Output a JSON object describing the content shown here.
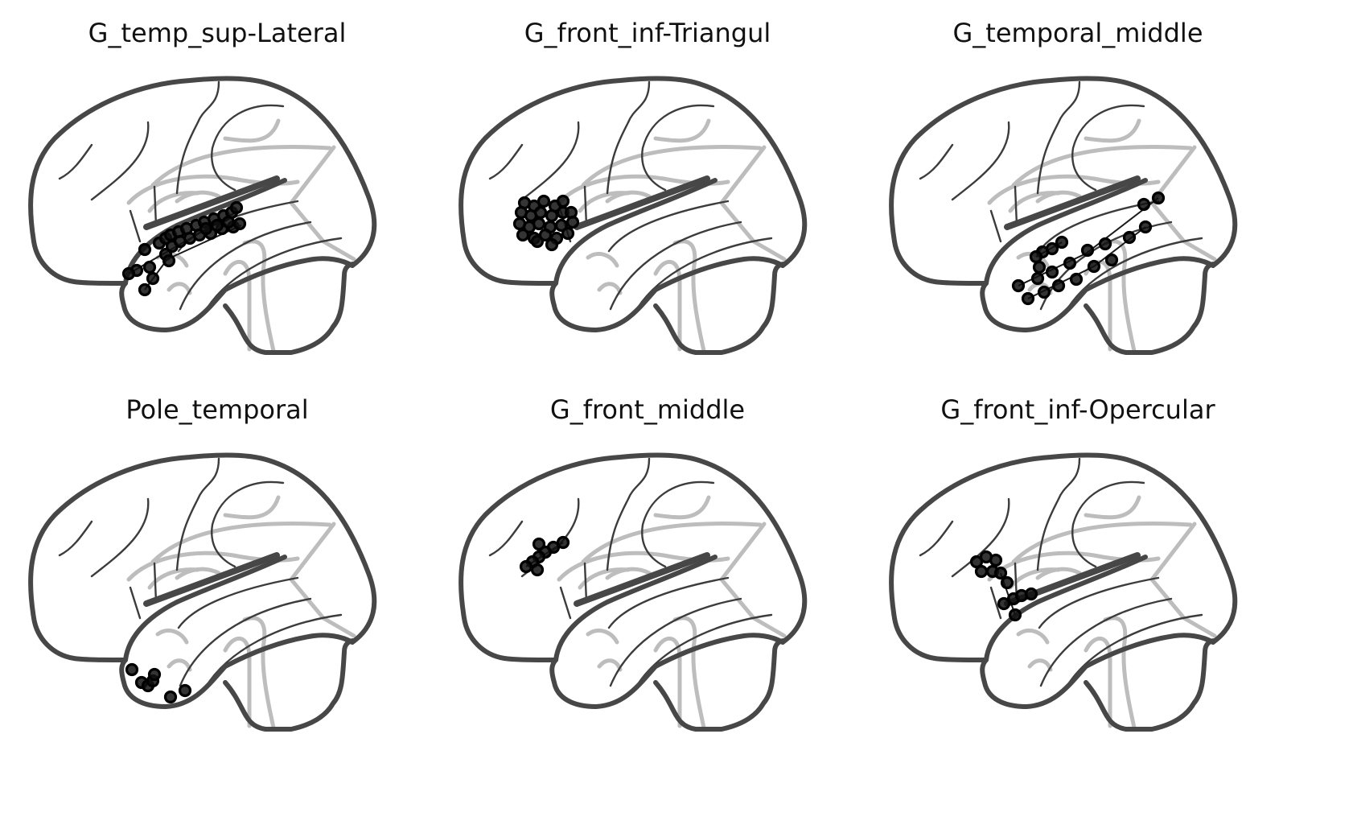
{
  "panels": [
    {
      "title": "G_temp_sup-Lateral",
      "electrodes": [
        [
          180,
          310
        ],
        [
          198,
          302
        ],
        [
          206,
          296
        ],
        [
          212,
          292
        ],
        [
          222,
          288
        ],
        [
          232,
          284
        ],
        [
          244,
          280
        ],
        [
          254,
          276
        ],
        [
          266,
          272
        ],
        [
          278,
          268
        ],
        [
          288,
          264
        ],
        [
          294,
          258
        ],
        [
          206,
          316
        ],
        [
          214,
          306
        ],
        [
          224,
          300
        ],
        [
          236,
          296
        ],
        [
          248,
          292
        ],
        [
          262,
          290
        ],
        [
          276,
          284
        ],
        [
          290,
          282
        ],
        [
          298,
          278
        ],
        [
          284,
          276
        ],
        [
          270,
          280
        ],
        [
          256,
          284
        ],
        [
          210,
          324
        ],
        [
          186,
          332
        ],
        [
          170,
          336
        ],
        [
          160,
          340
        ],
        [
          190,
          346
        ],
        [
          180,
          360
        ]
      ],
      "leads": [
        [
          [
            160,
            340
          ],
          [
            230,
            300
          ],
          [
            296,
            262
          ]
        ],
        [
          [
            180,
            360
          ],
          [
            208,
            322
          ],
          [
            300,
            280
          ]
        ]
      ]
    },
    {
      "title": "G_front_inf-Triangul",
      "electrodes": [
        [
          652,
          252
        ],
        [
          664,
          256
        ],
        [
          676,
          250
        ],
        [
          690,
          256
        ],
        [
          700,
          250
        ],
        [
          648,
          264
        ],
        [
          660,
          268
        ],
        [
          672,
          264
        ],
        [
          686,
          268
        ],
        [
          700,
          264
        ],
        [
          710,
          264
        ],
        [
          646,
          278
        ],
        [
          658,
          282
        ],
        [
          670,
          278
        ],
        [
          684,
          282
        ],
        [
          698,
          280
        ],
        [
          712,
          276
        ],
        [
          650,
          292
        ],
        [
          664,
          296
        ],
        [
          678,
          292
        ],
        [
          692,
          296
        ],
        [
          706,
          290
        ],
        [
          686,
          304
        ],
        [
          668,
          300
        ]
      ],
      "leads": []
    },
    {
      "title": "G_temporal_middle",
      "electrodes": [
        [
          1440,
          246
        ],
        [
          1422,
          254
        ],
        [
          1424,
          282
        ],
        [
          1404,
          295
        ],
        [
          1374,
          303
        ],
        [
          1352,
          311
        ],
        [
          1330,
          327
        ],
        [
          1308,
          338
        ],
        [
          1290,
          346
        ],
        [
          1266,
          355
        ],
        [
          1278,
          371
        ],
        [
          1298,
          363
        ],
        [
          1316,
          355
        ],
        [
          1338,
          347
        ],
        [
          1360,
          331
        ],
        [
          1382,
          323
        ],
        [
          1320,
          301
        ],
        [
          1308,
          309
        ],
        [
          1296,
          313
        ],
        [
          1288,
          319
        ],
        [
          1292,
          332
        ]
      ],
      "leads": [
        [
          [
            1288,
            319
          ],
          [
            1320,
            301
          ]
        ],
        [
          [
            1266,
            355
          ],
          [
            1350,
            315
          ],
          [
            1440,
            246
          ]
        ],
        [
          [
            1278,
            371
          ],
          [
            1360,
            331
          ],
          [
            1424,
            282
          ]
        ]
      ]
    },
    {
      "title": "Pole_temporal",
      "electrodes": [
        [
          164,
          832
        ],
        [
          176,
          848
        ],
        [
          184,
          852
        ],
        [
          190,
          846
        ],
        [
          192,
          838
        ],
        [
          212,
          866
        ],
        [
          230,
          858
        ]
      ],
      "leads": []
    },
    {
      "title": "G_front_middle",
      "electrodes": [
        [
          700,
          674
        ],
        [
          688,
          680
        ],
        [
          678,
          686
        ],
        [
          670,
          692
        ],
        [
          662,
          698
        ],
        [
          654,
          704
        ],
        [
          668,
          708
        ],
        [
          670,
          676
        ]
      ],
      "leads": [
        [
          [
            654,
            704
          ],
          [
            700,
            674
          ]
        ]
      ]
    },
    {
      "title": "G_front_inf-Opercular",
      "electrodes": [
        [
          1214,
          698
        ],
        [
          1226,
          692
        ],
        [
          1238,
          696
        ],
        [
          1220,
          710
        ],
        [
          1234,
          710
        ],
        [
          1244,
          712
        ],
        [
          1252,
          724
        ],
        [
          1248,
          750
        ],
        [
          1260,
          744
        ],
        [
          1270,
          740
        ],
        [
          1282,
          738
        ],
        [
          1262,
          764
        ]
      ],
      "leads": [
        [
          [
            1244,
            712
          ],
          [
            1262,
            764
          ]
        ]
      ]
    }
  ]
}
